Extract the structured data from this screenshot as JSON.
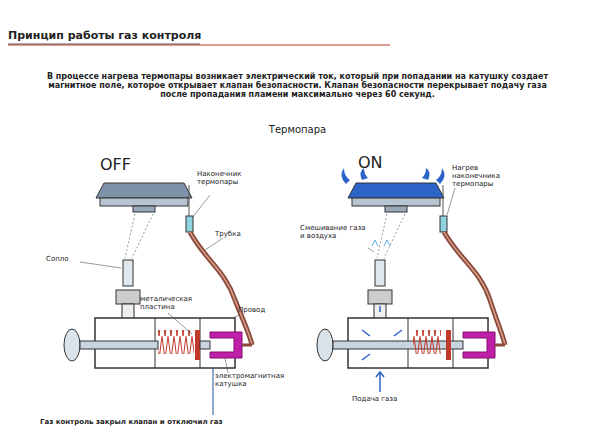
{
  "diagram": {
    "title": "Принцип работы газ контроля",
    "labels": [
      "В процессе нагрева термопары возникает электрический ток, который при попадании на катушку создает магнитное поле, которое открывает клапан безопасности. Клапан безопасности перекрывает подачу газа после пропадания пламени максимально через 60 секунд.",
      "Термопара",
      "OFF",
      "Наконечник термопары",
      "Трубка",
      "Сопло",
      "металическая пластина",
      "Провод",
      "электромагнитная катушка",
      "Газ контроль закрыл клапан и отключил газ",
      "ON",
      "Нагрев наконечника термопары",
      "Смешивание газа и воздуха",
      "Подача газа"
    ]
  }
}
